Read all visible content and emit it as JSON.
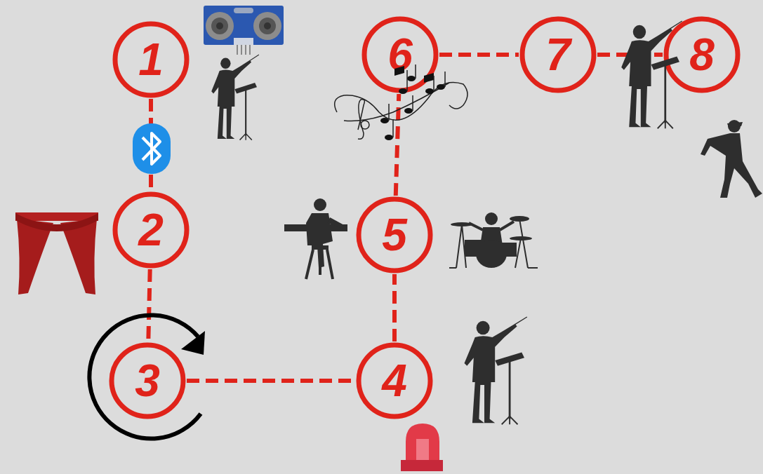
{
  "diagram": {
    "nodes": [
      {
        "text": [
          "1"
        ]
      },
      {
        "text": [
          "2"
        ]
      },
      {
        "text": [
          "3"
        ]
      },
      {
        "text": [
          "4"
        ]
      },
      {
        "text": [
          "5"
        ]
      },
      {
        "text": [
          "6"
        ]
      },
      {
        "text": [
          "7"
        ]
      },
      {
        "text": [
          "8"
        ]
      }
    ],
    "edges": [
      {
        "from": 0,
        "to": 1,
        "arrow": "none"
      },
      {
        "from": 1,
        "to": 2,
        "arrow": "none"
      },
      {
        "from": 2,
        "to": 3,
        "arrow": "none"
      },
      {
        "from": 3,
        "to": 4,
        "arrow": "none"
      },
      {
        "from": 4,
        "to": 5,
        "arrow": "none"
      },
      {
        "from": 5,
        "to": 6,
        "arrow": "none"
      },
      {
        "from": 6,
        "to": 7,
        "arrow": "none"
      }
    ]
  }
}
